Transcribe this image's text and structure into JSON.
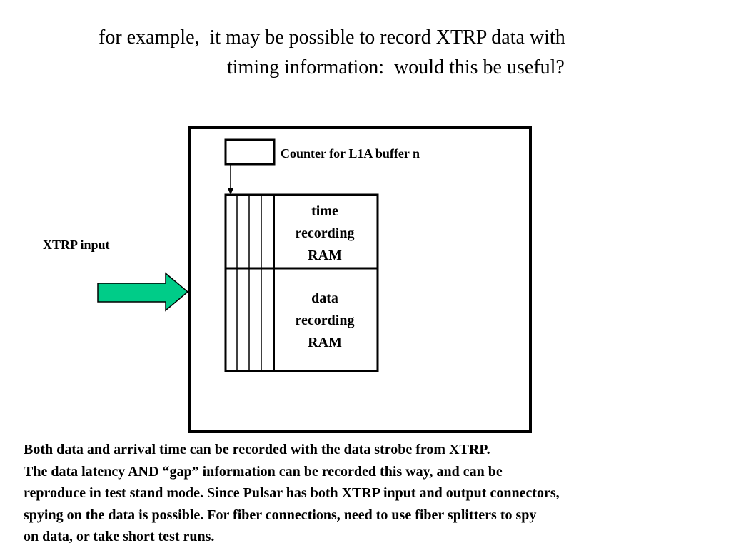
{
  "title": {
    "line1": "for example,  it may be possible to record XTRP data with",
    "line2": "timing information:  would this be useful?"
  },
  "diagram": {
    "counter_label": "Counter for L1A buffer n",
    "input_label": "XTRP input",
    "time_ram_label": [
      "time",
      "recording",
      "RAM"
    ],
    "data_ram_label": [
      "data",
      "recording",
      "RAM"
    ],
    "arrow_color": "#00CC88"
  },
  "body_text": [
    "Both data and arrival time can be recorded with the data strobe from XTRP.",
    "The data latency AND “gap” information can be recorded this way, and can be",
    "reproduce in test stand mode. Since Pulsar has both XTRP input and output connectors,",
    "spying on the data is possible. For fiber connections, need to use fiber splitters to spy",
    "on data, or take short test runs."
  ]
}
